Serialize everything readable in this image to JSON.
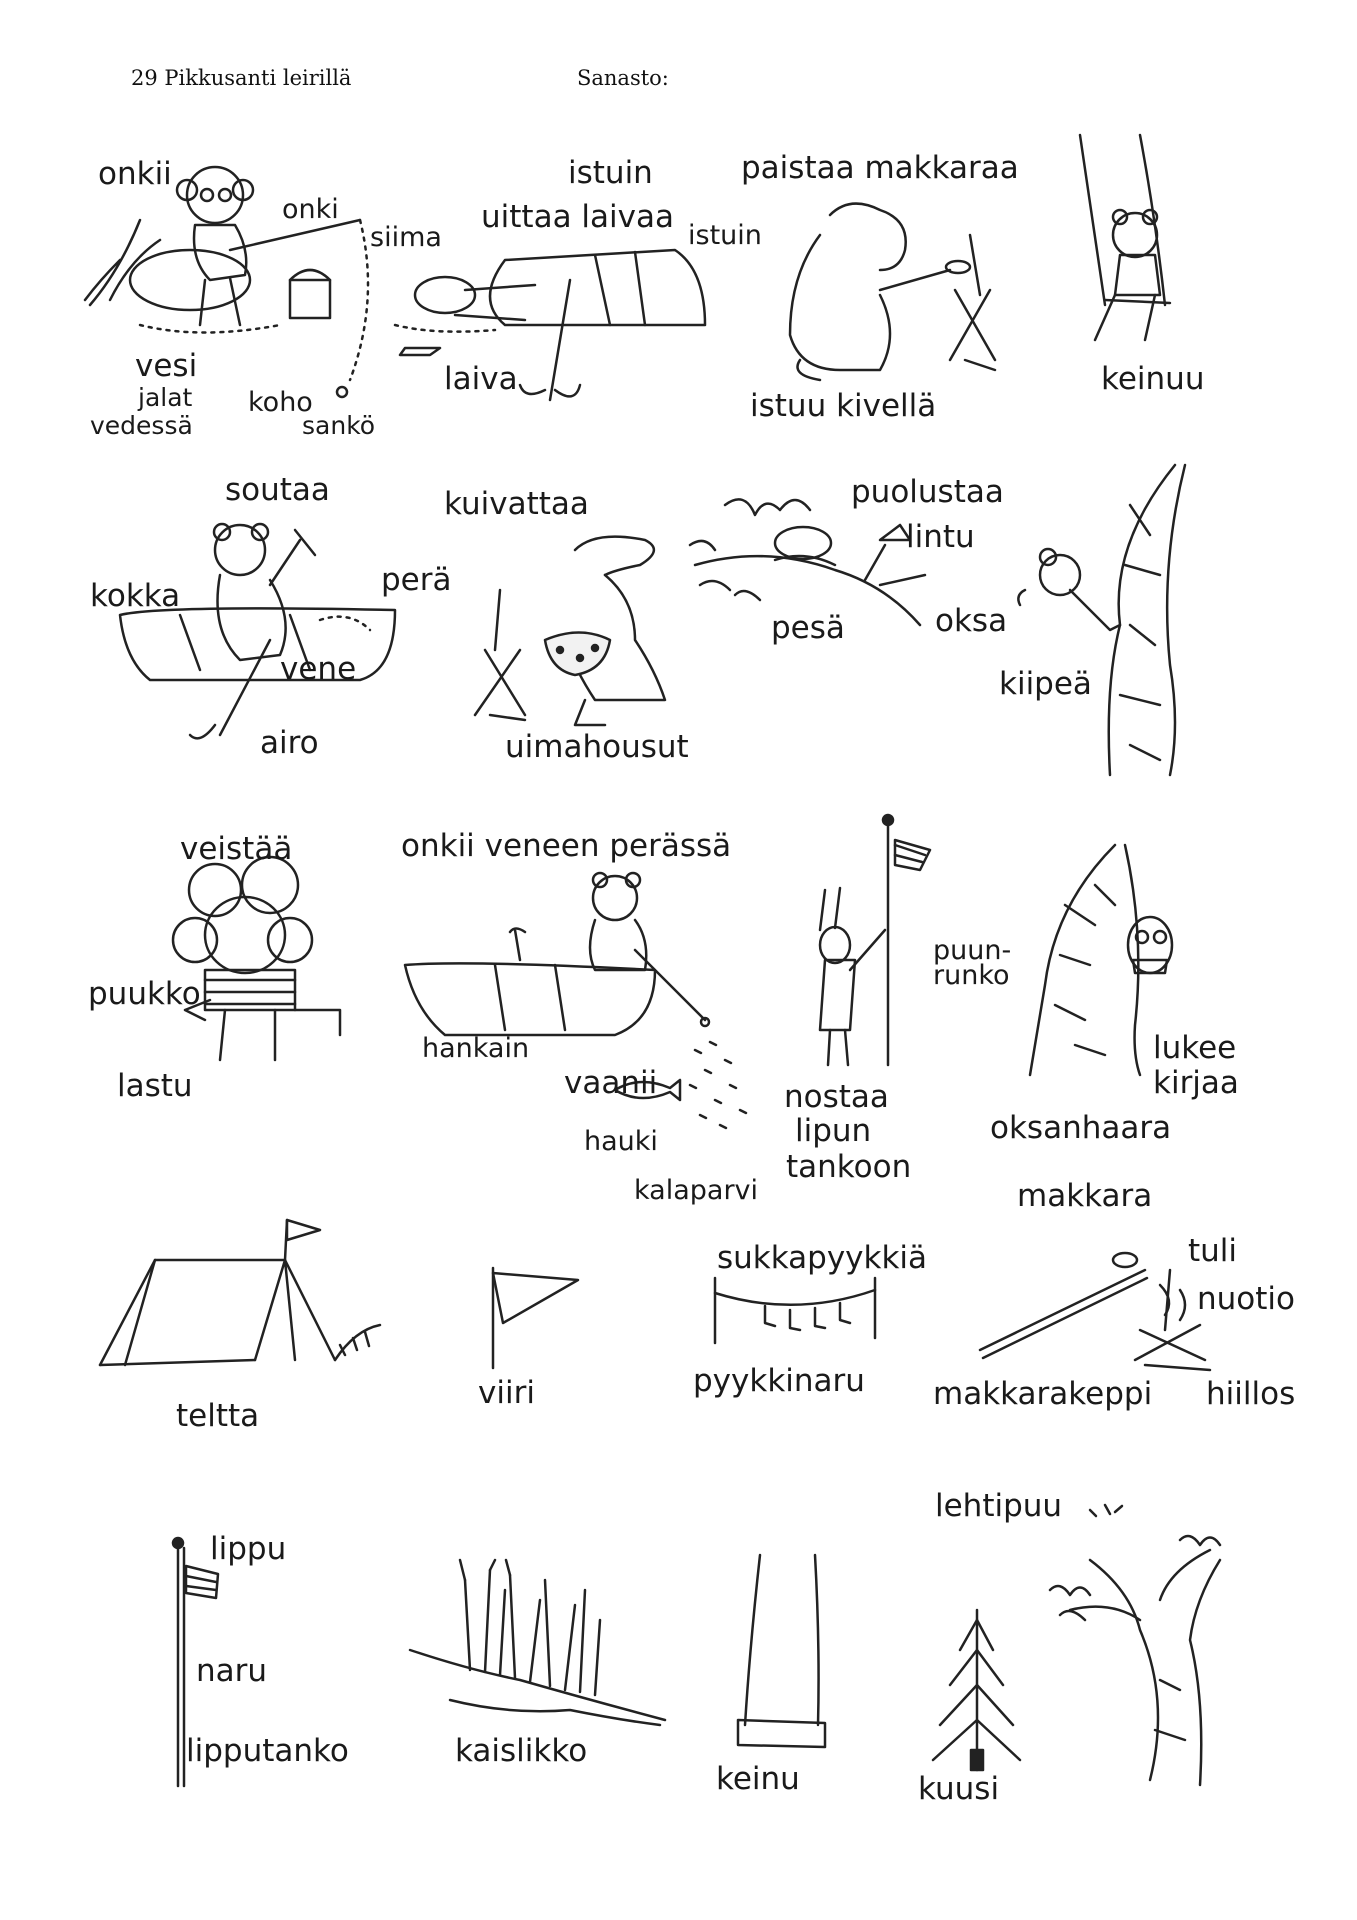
{
  "header": {
    "title": "29 Pikkusanti leirillä",
    "vocab_label": "Sanasto:"
  },
  "labels": {
    "onkii": "onkii",
    "onki": "onki",
    "siima": "siima",
    "vesi": "vesi",
    "jalat": "jalat",
    "vedessa": "vedessä",
    "koho": "koho",
    "sanko": "sankö",
    "istuin": "istuin",
    "uittaa_laivaa": "uittaa laivaa",
    "istuin2": "istuin",
    "laiva": "laiva",
    "paistaa_makkaraa": "paistaa makkaraa",
    "istuu_kivella": "istuu kivellä",
    "keinuu": "keinuu",
    "soutaa": "soutaa",
    "kokka": "kokka",
    "pera": "perä",
    "vene": "vene",
    "airo": "airo",
    "kuivattaa": "kuivattaa",
    "uimahousut": "uimahousut",
    "puolustaa": "puolustaa",
    "lintu": "lintu",
    "pesa": "pesä",
    "oksa": "oksa",
    "kiipea": "kiipeä",
    "veistaa": "veistää",
    "puukko": "puukko",
    "lastu": "lastu",
    "onkii_veneen_perassa": "onkii veneen perässä",
    "hankain": "hankain",
    "vaanii": "vaanii",
    "hauki": "hauki",
    "kalaparvi": "kalaparvi",
    "nostaa": "nostaa",
    "lipun": "lipun",
    "tankoon": "tankoon",
    "puun": "puun-",
    "runko": "runko",
    "lukee": "lukee",
    "kirjaa": "kirjaa",
    "oksanhaara": "oksanhaara",
    "teltta": "teltta",
    "viiri": "viiri",
    "sukkapyykkia": "sukkapyykkiä",
    "pyykkinaru": "pyykkinaru",
    "makkara": "makkara",
    "tuli": "tuli",
    "nuotio": "nuotio",
    "makkarakeppi": "makkarakeppi",
    "hiillos": "hiillos",
    "lippu": "lippu",
    "naru": "naru",
    "lipputanko": "lipputanko",
    "kaislikko": "kaislikko",
    "keinu": "keinu",
    "lehtipuu": "lehtipuu",
    "kuusi": "kuusi"
  },
  "icons": {
    "fishing": "monkey-fishing-illustration",
    "boat_toy": "animal-floating-toy-boat-illustration",
    "grill": "hippo-grilling-sausage-illustration",
    "swing": "bear-swinging-illustration",
    "rowing": "bear-rowing-boat-illustration",
    "drying": "crocodile-drying-shorts-illustration",
    "nest": "bird-defending-nest-illustration",
    "climb": "mouse-climbing-tree-illustration",
    "carving": "poodle-carving-wood-illustration",
    "boatfishing": "bear-fishing-from-boat-illustration",
    "flagraise": "rabbit-raising-flag-illustration",
    "owl": "owl-reading-in-tree-illustration",
    "tent": "tent-illustration",
    "pennant": "pennant-flag-illustration",
    "clothesline": "clothesline-socks-illustration",
    "campfire": "campfire-sausage-illustration",
    "flagpole": "flagpole-illustration",
    "reeds": "reed-bed-illustration",
    "swingseat": "swing-illustration",
    "spruce": "spruce-tree-illustration",
    "deciduous": "deciduous-tree-illustration"
  }
}
